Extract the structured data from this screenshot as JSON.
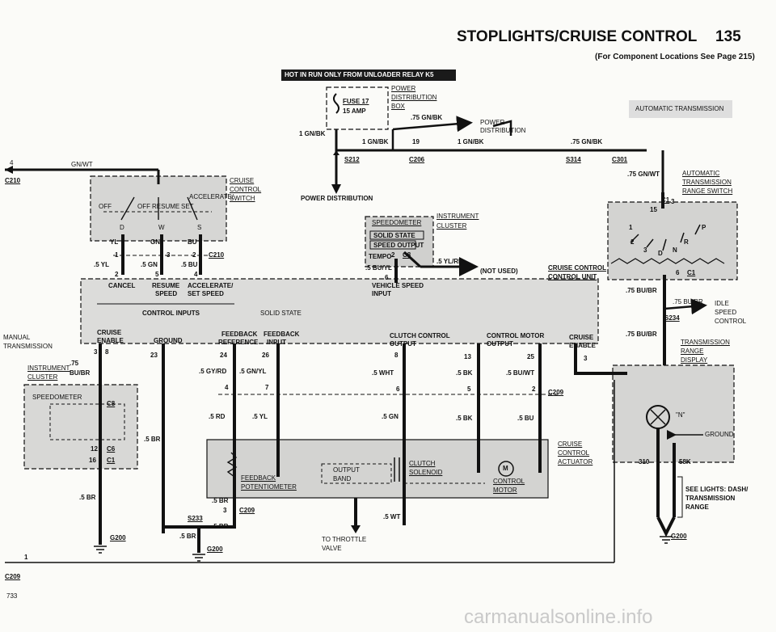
{
  "header": {
    "title": "STOPLIGHTS/CRUISE CONTROL",
    "page_number": "135",
    "subtitle": "(For Component Locations See Page 215)"
  },
  "footer": {
    "page_code": "733",
    "watermark": "carmanualsonline.info"
  },
  "banner": {
    "text": "HOT IN RUN ONLY FROM UNLOADER RELAY K5"
  },
  "labels": {
    "fuse": "FUSE 17",
    "fuse_amp": "15 AMP",
    "pdb_1": "POWER",
    "pdb_2": "DISTRIBUTION",
    "pdb_3": "BOX",
    "wire_75gnbk_top": ".75 GN/BK",
    "pd_arrow_1": "POWER",
    "pd_arrow_2": "DISTRIBUTION",
    "wire_1gnbk_a": "1 GN/BK",
    "wire_1gnbk_b": "1 GN/BK",
    "wire_1gnbk_c": "1 GN/BK",
    "pin_19": "19",
    "wire_75gnbk_right": ".75 GN/BK",
    "splice_s212": "S212",
    "conn_c206": "C206",
    "splice_s314": "S314",
    "conn_c301": "C301",
    "power_distribution": "POWER DISTRIBUTION",
    "auto_trans": "AUTOMATIC TRANSMISSION",
    "wire_4": "4",
    "wire_gnwt": "GN/WT",
    "conn_c210_left": "C210",
    "cruise_switch_1": "CRUISE",
    "cruise_switch_2": "CONTROL",
    "cruise_switch_3": "SWITCH",
    "sw_off_1": "OFF",
    "sw_off_2": "OFF",
    "sw_resume": "RESUME",
    "sw_set": "SET",
    "sw_accelerate": "ACCELERATE/",
    "sw_d": "D",
    "sw_w": "W",
    "sw_s": "S",
    "yl": "YL",
    "gn": "GN",
    "bu": "BU",
    "pin_1": "1",
    "pin_3": "3",
    "pin_2": "2",
    "conn_c210_mid": "C210",
    "w5yl": ".5 YL",
    "w5gn": ".5 GN",
    "w5bu": ".5 BU",
    "pin_2b": "2",
    "pin_5": "5",
    "pin_4": "4",
    "speedo_label": "SPEEDOMETER",
    "solid_state": "SOLID STATE",
    "speed_output": "SPEED OUTPUT",
    "instr_cluster_1": "INSTRUMENT",
    "instr_cluster_2": "CLUSTER",
    "tempo": "TEMPO",
    "pin_2c": "2",
    "conn_c8_top": "C8",
    "w5yl_rd": ".5 YL/RD",
    "not_used": "(NOT USED)",
    "w5buyl": ".5 BU/YL",
    "pin_6": "6",
    "cruise_unit_1": "CRUISE CONTROL",
    "cruise_unit_2": "CONTROL UNIT",
    "at_range_1": "AUTOMATIC",
    "at_range_2": "TRANSMISSION",
    "at_range_3": "RANGE SWITCH",
    "w75gnwt": ".75 GN/WT",
    "conn_c1_top": "C1",
    "pin_3b": "3",
    "pin_15": "15",
    "gear_1": "1",
    "gear_2": "2",
    "gear_3": "3",
    "gear_d": "D",
    "gear_n": "N",
    "gear_r": "R",
    "gear_p": "P",
    "pin_6b": "6",
    "conn_c1_b": "C1",
    "cancel": "CANCEL",
    "resume_speed_1": "RESUME",
    "resume_speed_2": "SPEED",
    "accel_set_1": "ACCELERATE/",
    "accel_set_2": "SET SPEED",
    "vehicle_speed_1": "VEHICLE SPEED",
    "vehicle_speed_2": "INPUT",
    "control_inputs": "CONTROL INPUTS",
    "solid_state_unit": "SOLID STATE",
    "manual_1": "MANUAL",
    "manual_2": "TRANSMISSION",
    "cruise_enable_1": "CRUISE",
    "cruise_enable_2": "ENABLE",
    "ground": "GROUND",
    "feedback_ref_1": "FEEDBACK",
    "feedback_ref_2": "REFERENCE",
    "feedback_in_1": "FEEDBACK",
    "feedback_in_2": "INPUT",
    "clutch_out_1": "CLUTCH CONTROL",
    "clutch_out_2": "OUTPUT",
    "motor_out_1": "CONTROL MOTOR",
    "motor_out_2": "OUTPUT",
    "cruise_enable_r1": "CRUISE",
    "cruise_enable_r2": "ENABLE",
    "w75bubr": ".75 BU/BR",
    "w75bubr_2": ".75 BU/BR",
    "idle_1": "IDLE",
    "idle_2": "SPEED",
    "idle_3": "CONTROL",
    "splice_s234": "S234",
    "w75bubr_3": ".75 BU/BR",
    "trans_range_1": "TRANSMISSION",
    "trans_range_2": "RANGE",
    "trans_range_3": "DISPLAY",
    "pin_3c": "3",
    "pin_8": "8",
    "pin_23": "23",
    "pin_24": "24",
    "pin_26": "26",
    "pin_8b": "8",
    "pin_13": "13",
    "pin_25": "25",
    "pin_3d": "3",
    "pin_75": ".75",
    "w_bubr": "BU/BR",
    "instr_cluster_l1": "INSTRUMENT",
    "instr_cluster_l2": "CLUSTER",
    "speedo_left": "SPEEDOMETER",
    "conn_c8_left": "C8",
    "pin_12": "12",
    "conn_c6": "C6",
    "pin_16": "16",
    "conn_c1_left": "C1",
    "w5br_left": ".5 BR",
    "conn_g200_left": "G200",
    "w5gyrd": ".5 GY/RD",
    "w5gnyl": ".5 GN/YL",
    "pin_4b": "4",
    "pin_7": "7",
    "w5wht": ".5 WHT",
    "w5bk": ".5 BK",
    "w5buwt": ".5 BU/WT",
    "pin_6c": "6",
    "pin_5b": "5",
    "pin_2d": "2",
    "conn_c209_mid": "C209",
    "w5rd": ".5 RD",
    "w5yl_b": ".5 YL",
    "w5gn_b": ".5 GN",
    "w5bk_b": ".5 BK",
    "w5bu_b": ".5 BU",
    "w5br_mid": ".5 BR",
    "actuator_1": "CRUISE",
    "actuator_2": "CONTROL",
    "actuator_3": "ACTUATOR",
    "feedback_pot_1": "FEEDBACK",
    "feedback_pot_2": "POTENTIOMETER",
    "output_band_1": "OUTPUT",
    "output_band_2": "BAND",
    "clutch_sol_1": "CLUTCH",
    "clutch_sol_2": "SOLENOID",
    "control_motor_1": "CONTROL",
    "control_motor_2": "MOTOR",
    "motor_m": "M",
    "w5br_b": ".5 BR",
    "pin_3e": "3",
    "conn_c209_b": "C209",
    "splice_s233": "S233",
    "w5br_c": ".5 BR",
    "w5br_d": ".5 BR",
    "conn_g200_mid": "G200",
    "w5wt": ".5 WT",
    "throttle_1": "TO THROTTLE",
    "throttle_2": "VALVE",
    "pin_n": "\"N\"",
    "ground_r": "GROUND",
    "pin_310": "310",
    "conn_58k": "58K",
    "see_lights_1": "SEE LIGHTS: DASH/",
    "see_lights_2": "TRANSMISSION",
    "see_lights_3": "RANGE",
    "conn_g200_right": "G200",
    "pin_1b": "1",
    "conn_c209_bottom": "C209"
  }
}
